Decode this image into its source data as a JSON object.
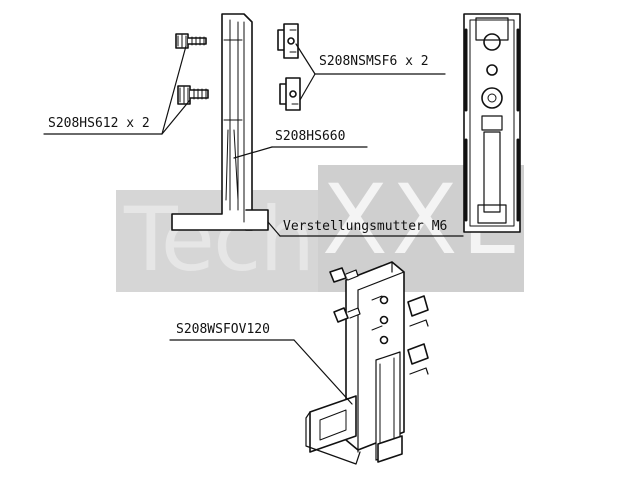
{
  "labels": {
    "hs612": "S208HS612 x 2",
    "nsmsf6": "S208NSMSF6 x 2",
    "hs660": "S208HS660",
    "verstellung": "Verstellungsmutter M6",
    "wsfov": "S208WSFOV120"
  },
  "watermark": {
    "part1": "Tech",
    "part2": "XXL"
  },
  "colors": {
    "line": "#111111",
    "watermark_band": "#d6d6d6",
    "watermark_text": "#e6e6e6"
  }
}
